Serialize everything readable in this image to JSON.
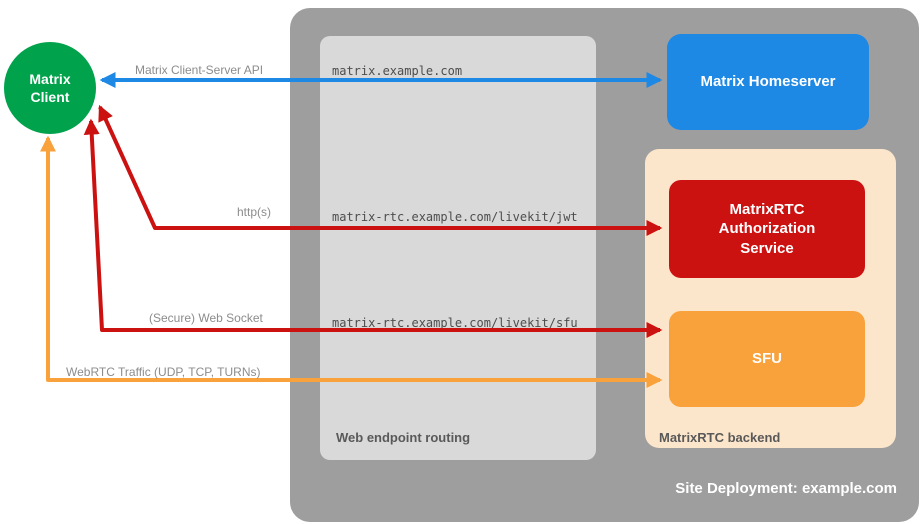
{
  "colors": {
    "blue": "#1e88e5",
    "red": "#cc1111",
    "orange": "#f9a13b",
    "green": "#00a24b",
    "outer_gray": "#9e9e9e",
    "inner_gray": "#d9d9d9",
    "peach": "#fbe5cb"
  },
  "containers": {
    "site": {
      "label": "Site Deployment: example.com"
    },
    "routing": {
      "label": "Web endpoint routing"
    },
    "backend": {
      "label": "MatrixRTC backend"
    }
  },
  "nodes": {
    "client": {
      "label": "Matrix\nClient"
    },
    "homeserver": {
      "label": "Matrix Homeserver"
    },
    "auth": {
      "label": "MatrixRTC Authorization Service"
    },
    "sfu": {
      "label": "SFU"
    }
  },
  "endpoints": {
    "homeserver": "matrix.example.com",
    "jwt": "matrix-rtc.example.com/livekit/jwt",
    "sfu": "matrix-rtc.example.com/livekit/sfu"
  },
  "arrows": {
    "client_server_api": {
      "label": "Matrix Client-Server API"
    },
    "http": {
      "label": "http(s)"
    },
    "websocket": {
      "label": "(Secure) Web Socket"
    },
    "webrtc": {
      "label": "WebRTC Traffic (UDP, TCP, TURNs)"
    }
  }
}
